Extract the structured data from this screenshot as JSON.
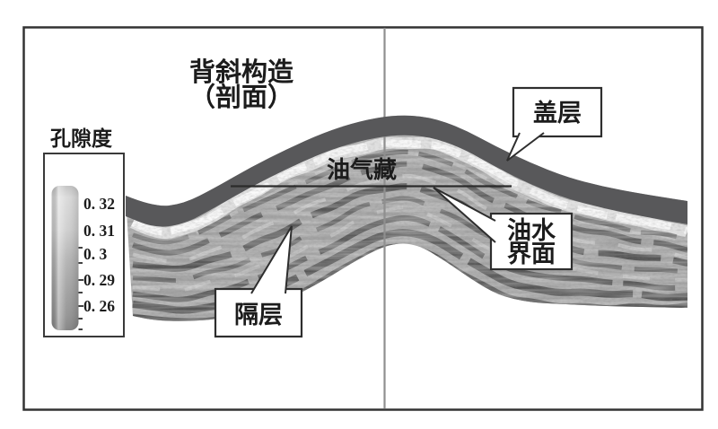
{
  "figure_title": {
    "line1": "背斜构造",
    "line2": "（剖面）"
  },
  "legend": {
    "title": "孔隙度",
    "ticks": [
      {
        "label": "0. 32",
        "value": 0.32
      },
      {
        "label": "0. 31",
        "value": 0.31
      },
      {
        "label": "0. 3",
        "value": 0.3
      },
      {
        "label": "0. 29",
        "value": 0.29
      },
      {
        "label": "0. 26",
        "value": 0.26
      }
    ]
  },
  "annotations": {
    "cap_layer": "盖层",
    "reservoir": "油气藏",
    "oil_water_line1": "油水",
    "oil_water_line2": "界面",
    "barrier": "隔层"
  },
  "colors": {
    "cap_layer": "#58585a",
    "body": "#a3a3a3",
    "ink": "#1c1c1c",
    "box_border": "#2e2e2e",
    "gridline": "#8f8f8f",
    "owc_line": "#2b2b2b",
    "figure_border": "#333333"
  }
}
